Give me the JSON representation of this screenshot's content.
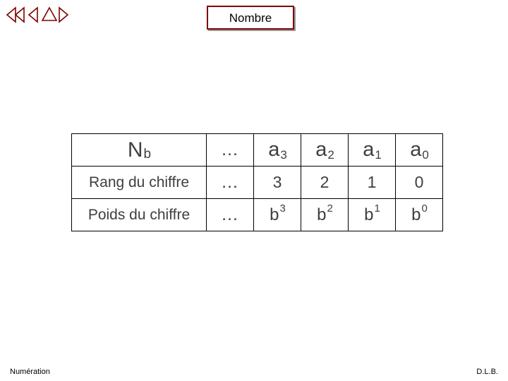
{
  "nav": {
    "icons": [
      {
        "name": "first-slide-icon",
        "glyph": "⟨⟨"
      },
      {
        "name": "previous-slide-icon",
        "glyph": "⟨"
      },
      {
        "name": "home-slide-icon",
        "glyph": "△"
      },
      {
        "name": "next-slide-icon",
        "glyph": "⟩"
      }
    ],
    "color": "#7d0000"
  },
  "header": {
    "title": "Nombre",
    "border_color": "#7d0000"
  },
  "table": {
    "highlight_color": "#f8d3d3",
    "text_color": "#3f3f3f",
    "rows": [
      {
        "label_main": "N",
        "label_sub": "b",
        "dots": "…",
        "cells": [
          {
            "main": "a",
            "sub": "3"
          },
          {
            "main": "a",
            "sub": "2"
          },
          {
            "main": "a",
            "sub": "1"
          },
          {
            "main": "a",
            "sub": "0"
          }
        ]
      },
      {
        "label": "Rang du chiffre",
        "dots": "…",
        "cells": [
          "3",
          "2",
          "1",
          "0"
        ]
      },
      {
        "label": "Poids du chiffre",
        "dots": "…",
        "cells": [
          {
            "main": "b",
            "sup": "3"
          },
          {
            "main": "b",
            "sup": "2"
          },
          {
            "main": "b",
            "sup": "1"
          },
          {
            "main": "b",
            "sup": "0"
          }
        ]
      }
    ]
  },
  "footer": {
    "left": "Numération",
    "right": "D.L.B."
  }
}
